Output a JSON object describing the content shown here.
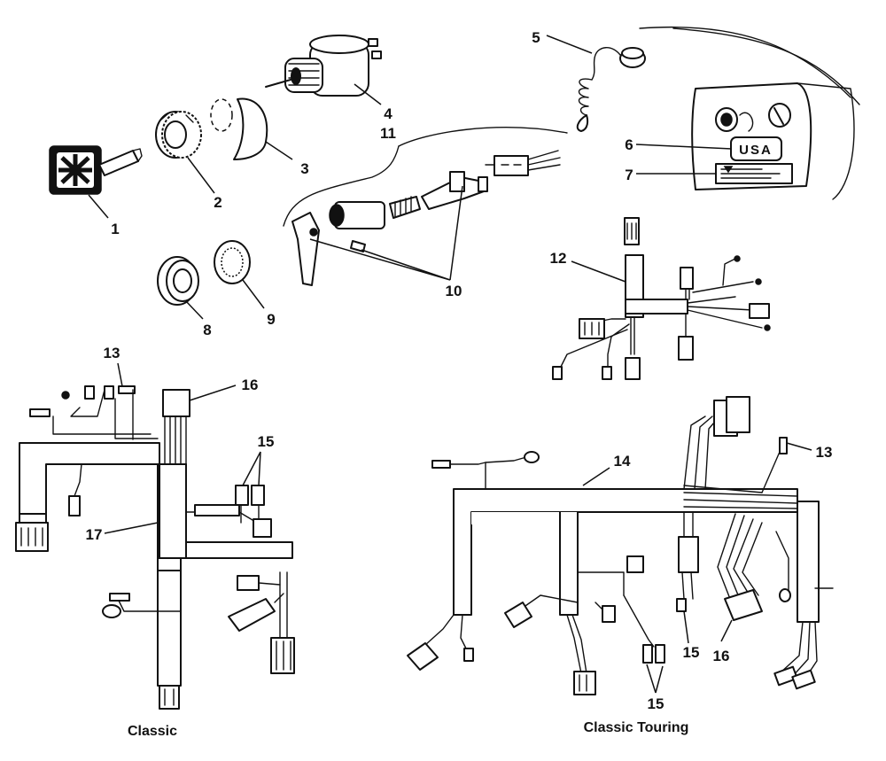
{
  "callouts": {
    "c1": "1",
    "c2": "2",
    "c3": "3",
    "c4": "4",
    "c5": "5",
    "c6": "6",
    "c7": "7",
    "c8": "8",
    "c9": "9",
    "c10": "10",
    "c11": "11",
    "c12": "12",
    "c13a": "13",
    "c13b": "13",
    "c14": "14",
    "c15a": "15",
    "c15b": "15",
    "c15c": "15",
    "c16a": "16",
    "c16b": "16",
    "c17": "17"
  },
  "decal": {
    "text": "USA"
  },
  "captions": {
    "classic": "Classic",
    "classic_touring": "Classic Touring"
  }
}
